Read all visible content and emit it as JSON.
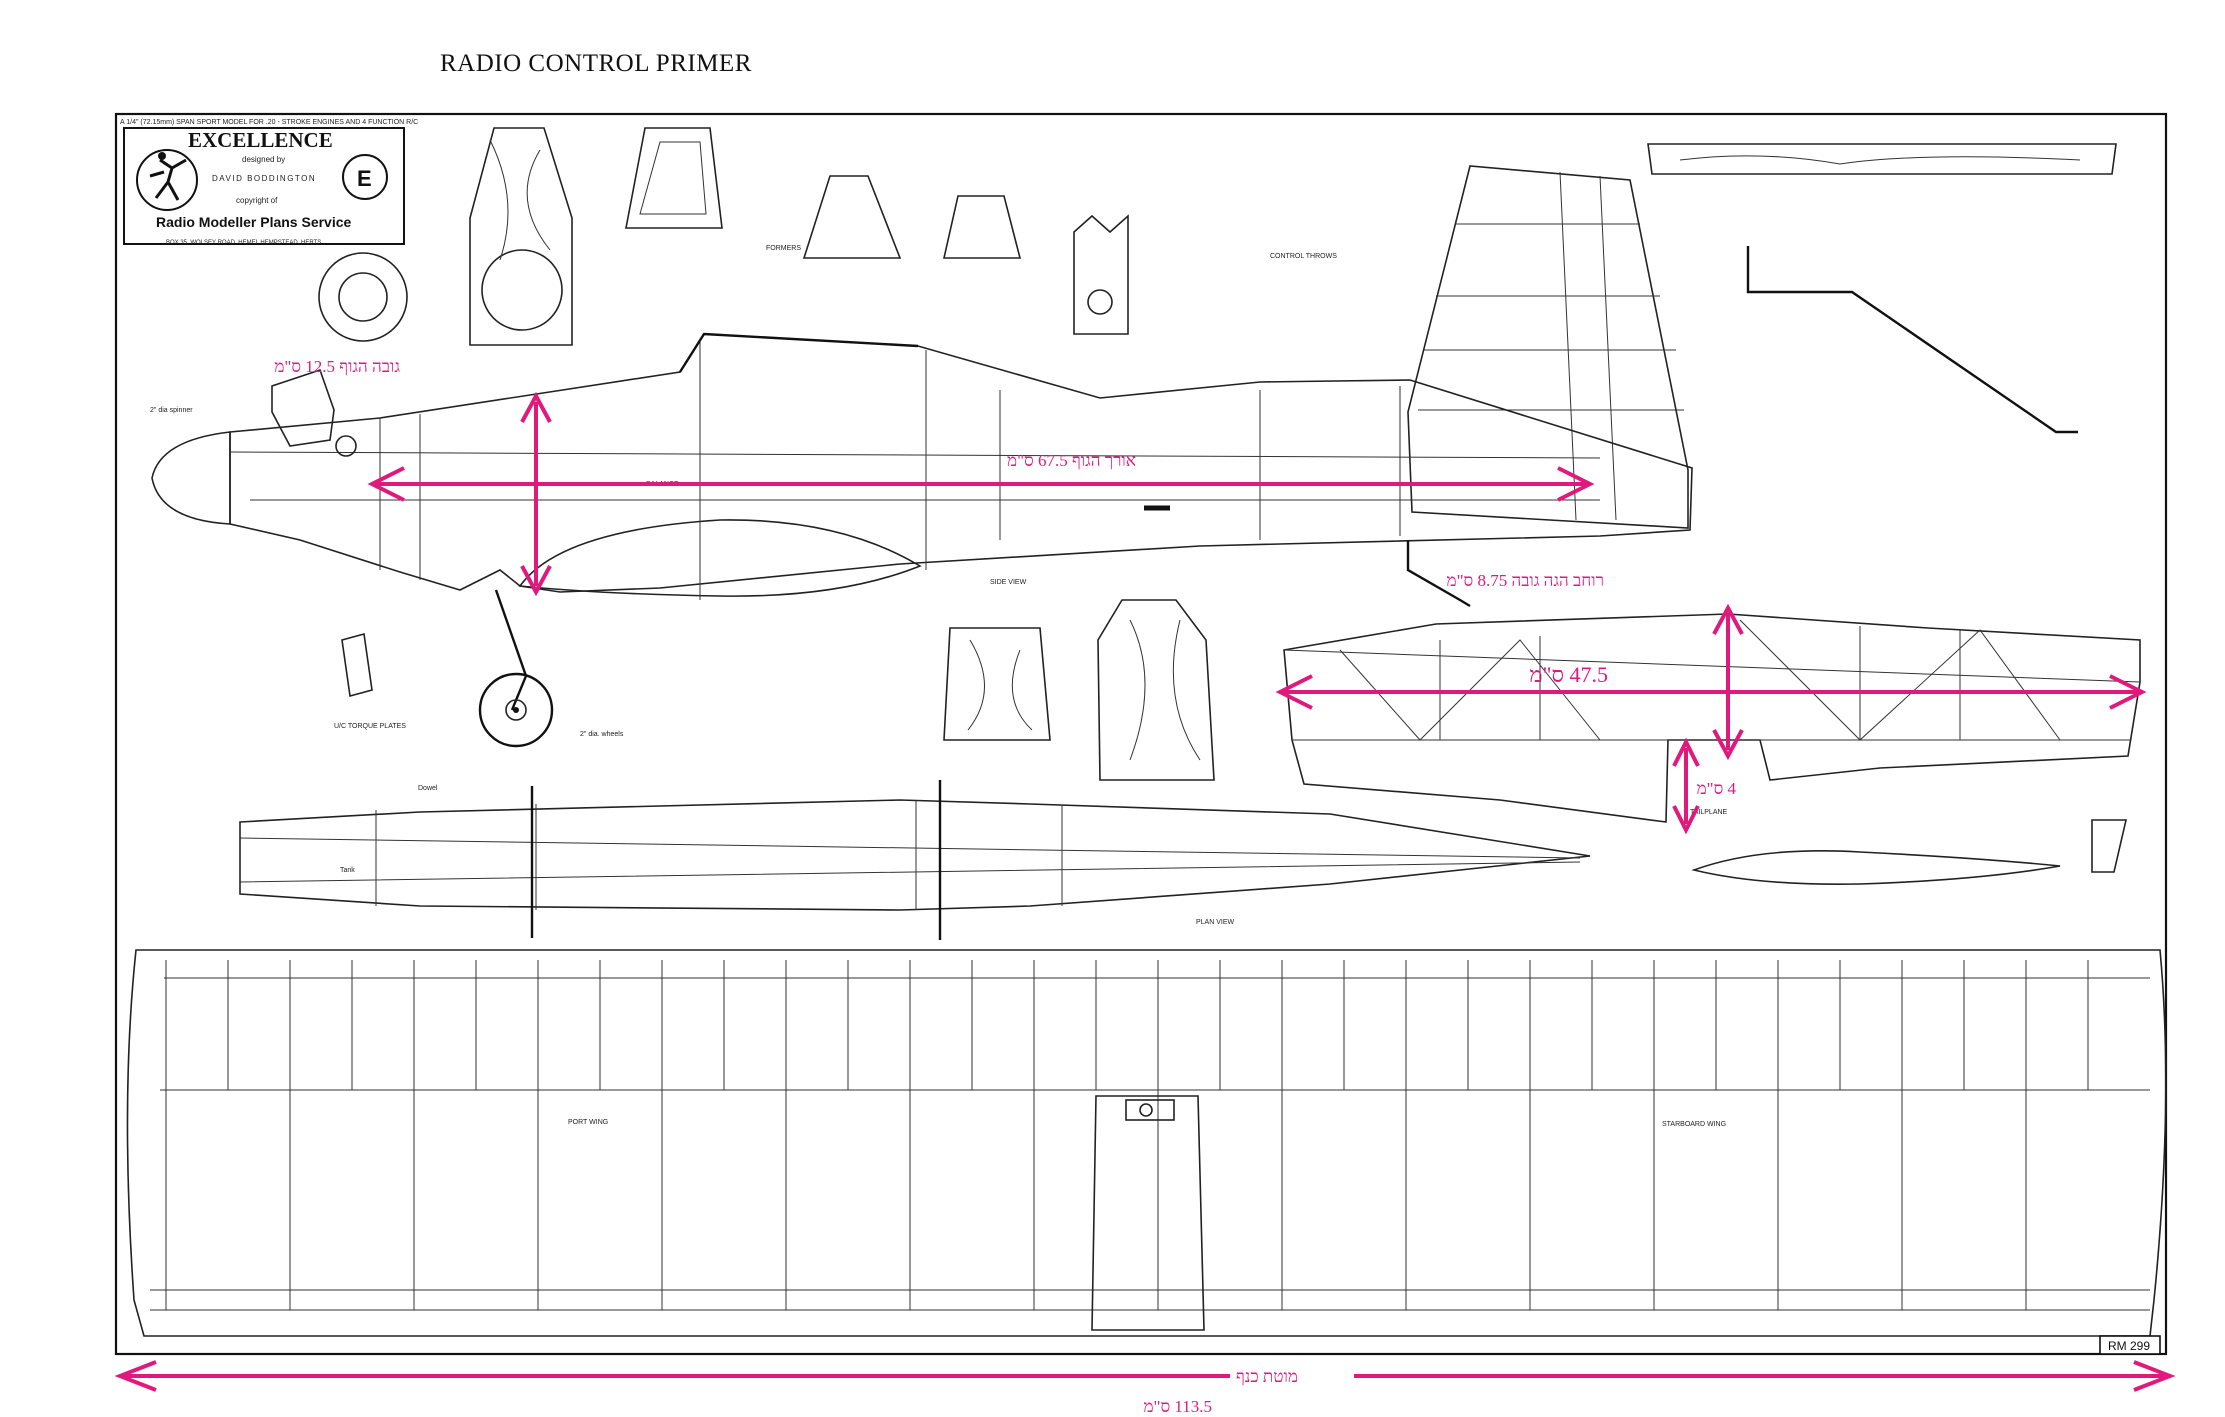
{
  "page_title": "RADIO CONTROL PRIMER",
  "title_block": {
    "name": "EXCELLENCE",
    "designed_by": "designed by",
    "designer": "DAVID BODDINGTON",
    "copyright": "copyright of",
    "publisher": "Radio Modeller Plans Service",
    "address": "BOX 35, WOLSEY ROAD, HEMEL HEMPSTEAD, HERTS.",
    "badge": "E",
    "header_note": "A 1/4\" (72.15mm) SPAN SPORT MODEL FOR .20 - STROKE ENGINES AND 4 FUNCTION R/C"
  },
  "plan_number": "RM 299",
  "view_labels": {
    "side_view": "SIDE VIEW",
    "plan_view": "PLAN VIEW",
    "port_wing": "PORT WING",
    "starboard_wing": "STARBOARD WING",
    "tailplane": "TAILPLANE",
    "formers": "FORMERS",
    "control_throws": "CONTROL THROWS",
    "balance": "BALANCE",
    "uc_torque_plates": "U/C TORQUE PLATES",
    "dowel": "Dowel",
    "tank": "Tank",
    "spinner": "2\" dia spinner",
    "wheels": "2\" dia. wheels"
  },
  "annotations": {
    "fuselage_height": "גובה הגוף 12.5 ס\"מ",
    "fuselage_length": "אורך הגוף 67.5 ס\"מ",
    "stab_width_note": "רוחב הגה גובה 8.75 ס\"מ",
    "stab_span": "47.5 ס\"מ",
    "elevator_depth": "4 ס\"מ",
    "wingspan_label": "מוטת כנף",
    "wingspan_value": "113.5 ס\"מ"
  },
  "colors": {
    "annotation": "#e0197d",
    "lines": "#222222",
    "paper": "#ffffff"
  }
}
